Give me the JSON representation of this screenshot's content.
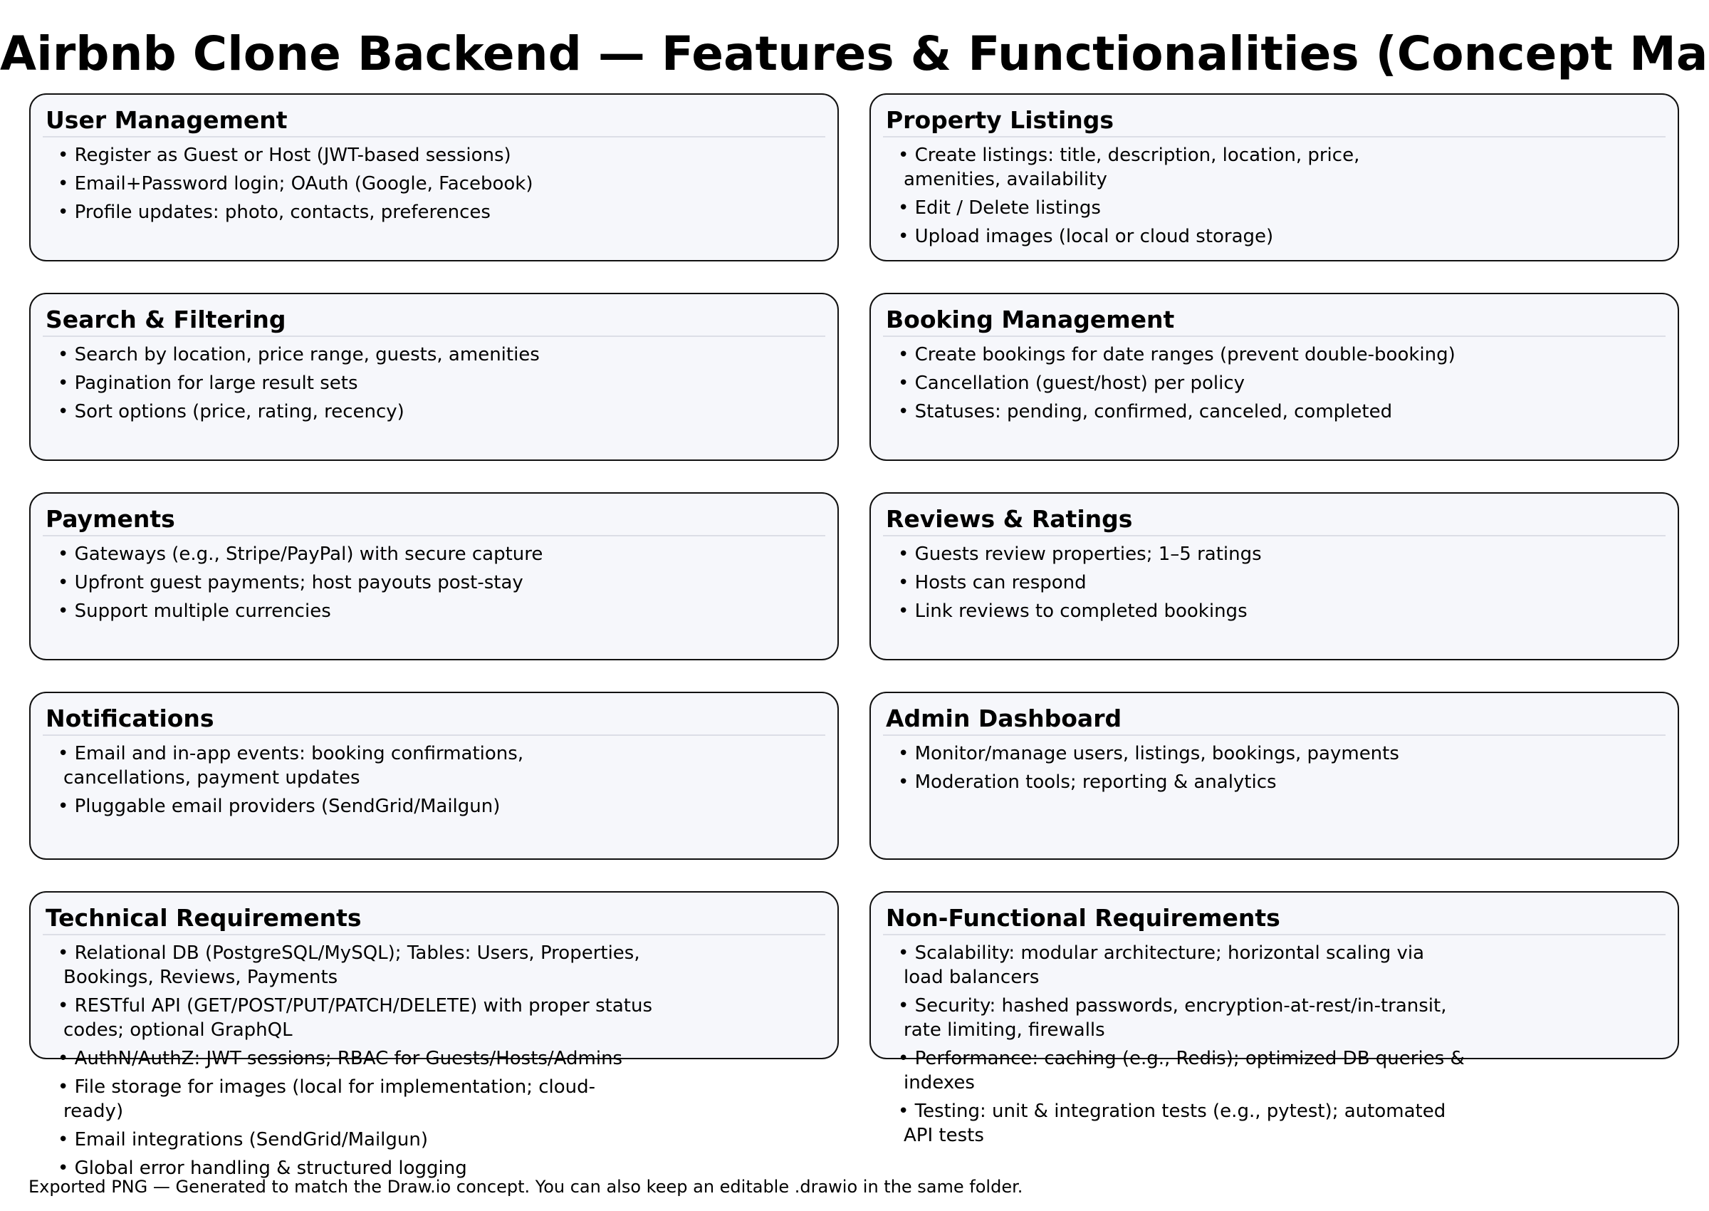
{
  "title": "Airbnb Clone Backend — Features & Functionalities (Concept Map)",
  "footer": "Exported PNG — Generated to match the Draw.io concept. You can also keep an editable .drawio in the same folder.",
  "cards": [
    {
      "name": "user-management",
      "title": "User Management",
      "bullets": [
        [
          "• Register as Guest or Host (JWT-based sessions)"
        ],
        [
          "• Email+Password login; OAuth (Google, Facebook)"
        ],
        [
          "• Profile updates: photo, contacts, preferences"
        ]
      ]
    },
    {
      "name": "property-listings",
      "title": "Property Listings",
      "bullets": [
        [
          "• Create listings: title, description, location, price,",
          "amenities, availability"
        ],
        [
          "• Edit / Delete listings"
        ],
        [
          "• Upload images (local or cloud storage)"
        ]
      ]
    },
    {
      "name": "search-filtering",
      "title": "Search & Filtering",
      "bullets": [
        [
          "• Search by location, price range, guests, amenities"
        ],
        [
          "• Pagination for large result sets"
        ],
        [
          "• Sort options (price, rating, recency)"
        ]
      ]
    },
    {
      "name": "booking-management",
      "title": "Booking Management",
      "bullets": [
        [
          "• Create bookings for date ranges (prevent double-booking)"
        ],
        [
          "• Cancellation (guest/host) per policy"
        ],
        [
          "• Statuses: pending, confirmed, canceled, completed"
        ]
      ]
    },
    {
      "name": "payments",
      "title": "Payments",
      "bullets": [
        [
          "• Gateways (e.g., Stripe/PayPal) with secure capture"
        ],
        [
          "• Upfront guest payments; host payouts post-stay"
        ],
        [
          "• Support multiple currencies"
        ]
      ]
    },
    {
      "name": "reviews-ratings",
      "title": "Reviews & Ratings",
      "bullets": [
        [
          "• Guests review properties; 1–5 ratings"
        ],
        [
          "• Hosts can respond"
        ],
        [
          "• Link reviews to completed bookings"
        ]
      ]
    },
    {
      "name": "notifications",
      "title": "Notifications",
      "bullets": [
        [
          "• Email and in-app events: booking confirmations,",
          "cancellations, payment updates"
        ],
        [
          "• Pluggable email providers (SendGrid/Mailgun)"
        ]
      ]
    },
    {
      "name": "admin-dashboard",
      "title": "Admin Dashboard",
      "bullets": [
        [
          "• Monitor/manage users, listings, bookings, payments"
        ],
        [
          "• Moderation tools; reporting & analytics"
        ]
      ]
    },
    {
      "name": "technical-requirements",
      "title": "Technical Requirements",
      "bullets": [
        [
          "• Relational DB (PostgreSQL/MySQL); Tables: Users, Properties,",
          "Bookings, Reviews, Payments"
        ],
        [
          "• RESTful API (GET/POST/PUT/PATCH/DELETE) with proper status",
          "codes; optional GraphQL"
        ],
        [
          "• AuthN/AuthZ: JWT sessions; RBAC for Guests/Hosts/Admins"
        ],
        [
          "• File storage for images (local for implementation; cloud-",
          "ready)"
        ],
        [
          "• Email integrations (SendGrid/Mailgun)"
        ],
        [
          "• Global error handling & structured logging"
        ]
      ]
    },
    {
      "name": "non-functional-requirements",
      "title": "Non-Functional Requirements",
      "bullets": [
        [
          "• Scalability: modular architecture; horizontal scaling via",
          "load balancers"
        ],
        [
          "• Security: hashed passwords, encryption-at-rest/in-transit,",
          "rate limiting, firewalls"
        ],
        [
          "• Performance: caching (e.g., Redis); optimized DB queries &",
          "indexes"
        ],
        [
          "• Testing: unit & integration tests (e.g., pytest); automated",
          "API tests"
        ]
      ]
    }
  ]
}
